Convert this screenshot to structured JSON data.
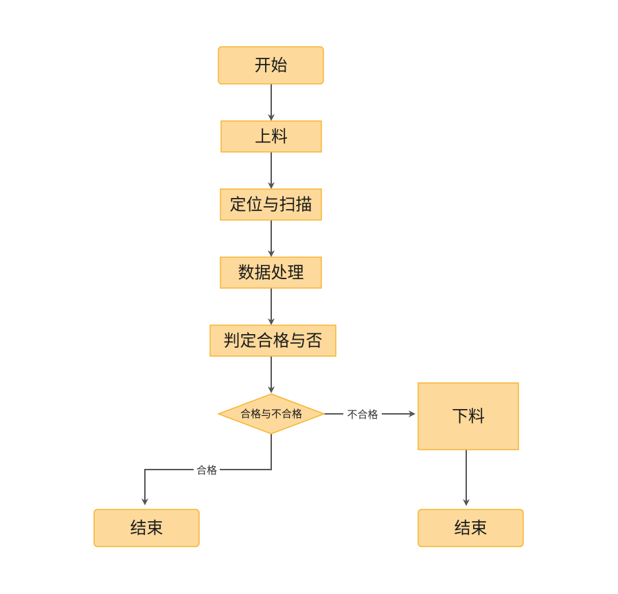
{
  "nodes": {
    "start": "开始",
    "load": "上料",
    "locate_scan": "定位与扫描",
    "data_processing": "数据处理",
    "judge": "判定合格与否",
    "decision": "合格与不合格",
    "unload": "下料",
    "end_left": "结束",
    "end_right": "结束"
  },
  "edges": {
    "pass_label": "合格",
    "fail_label": "不合格"
  },
  "colors": {
    "node_fill": "#fdd99b",
    "node_stroke": "#f6b533",
    "edge": "#555555"
  }
}
